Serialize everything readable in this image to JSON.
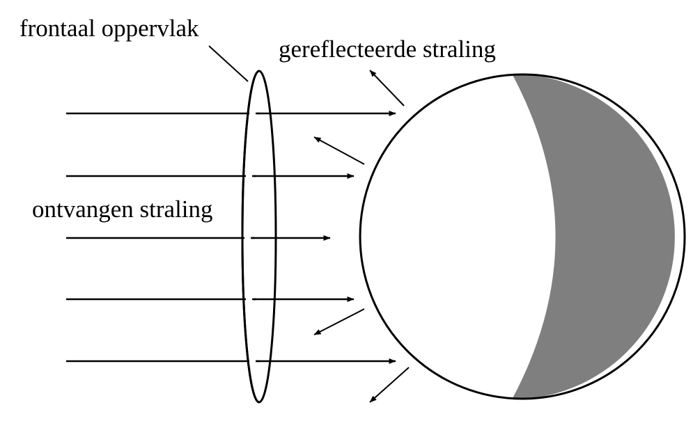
{
  "labels": {
    "frontal_surface": "frontaal oppervlak",
    "reflected_radiation": "gereflecteerde straling",
    "received_radiation": "ontvangen straling"
  },
  "colors": {
    "stroke": "#000000",
    "night_side": "#7f7f7f",
    "day_side": "#ffffff"
  }
}
